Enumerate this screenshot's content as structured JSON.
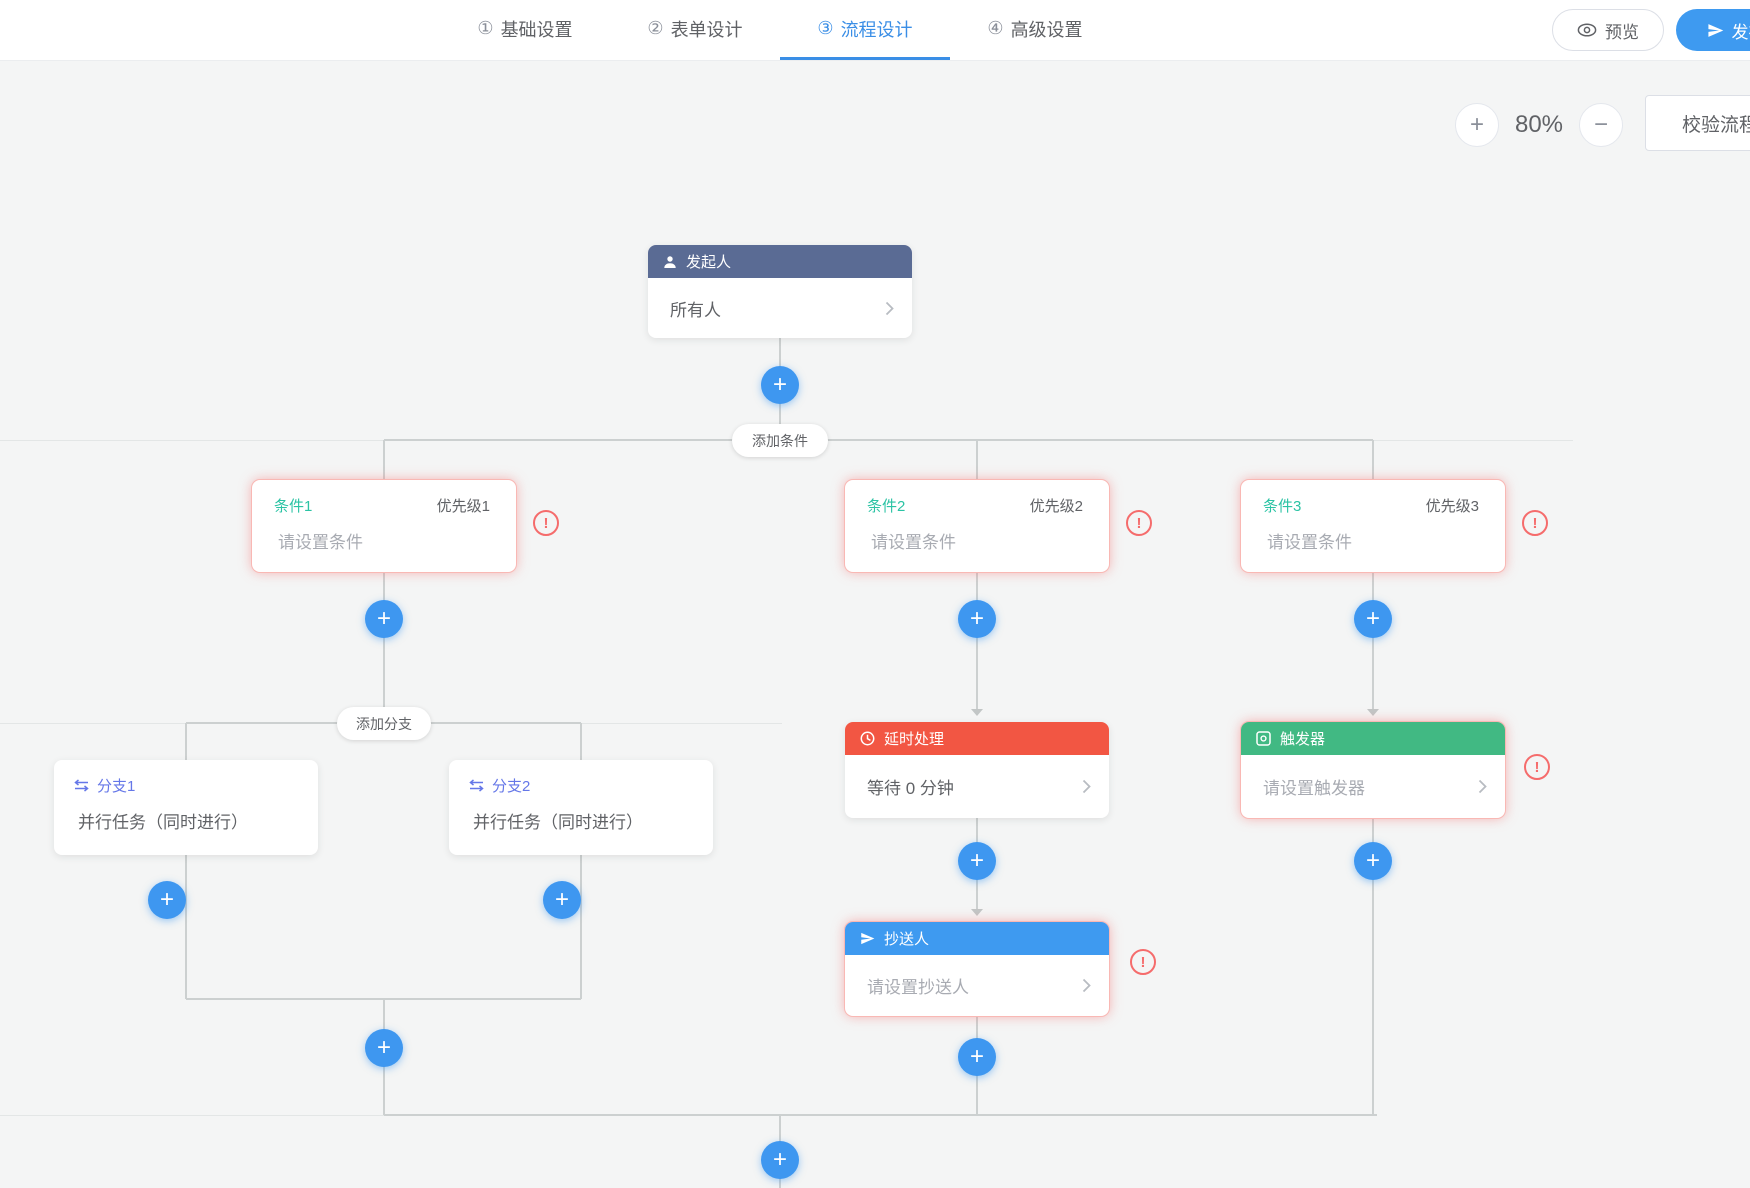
{
  "nav": {
    "steps": [
      {
        "num": "①",
        "label": "基础设置"
      },
      {
        "num": "②",
        "label": "表单设计"
      },
      {
        "num": "③",
        "label": "流程设计"
      },
      {
        "num": "④",
        "label": "高级设置"
      }
    ],
    "preview_label": "预览",
    "publish_label": "发布"
  },
  "toolbar": {
    "zoom_in": "+",
    "zoom_out": "−",
    "zoom_level": "80%",
    "validate_label": "校验流程"
  },
  "icons": {
    "plus": "+",
    "exclamation": "!"
  },
  "flow": {
    "initiator": {
      "title": "发起人",
      "value": "所有人"
    },
    "add_condition_label": "添加条件",
    "add_branch_label": "添加分支",
    "conditions": [
      {
        "title": "条件1",
        "priority": "优先级1",
        "placeholder": "请设置条件"
      },
      {
        "title": "条件2",
        "priority": "优先级2",
        "placeholder": "请设置条件"
      },
      {
        "title": "条件3",
        "priority": "优先级3",
        "placeholder": "请设置条件"
      }
    ],
    "branches": [
      {
        "title": "分支1",
        "desc": "并行任务（同时进行）"
      },
      {
        "title": "分支2",
        "desc": "并行任务（同时进行）"
      }
    ],
    "delay": {
      "title": "延时处理",
      "value": "等待 0 分钟"
    },
    "trigger": {
      "title": "触发器",
      "placeholder": "请设置触发器"
    },
    "cc": {
      "title": "抄送人",
      "placeholder": "请设置抄送人"
    }
  },
  "colors": {
    "accent_blue": "#3e97f0",
    "nav_active": "#3a8ee6",
    "initiator_header": "#5a6b94",
    "delay_header": "#f25643",
    "trigger_header": "#41b983",
    "cc_header": "#3e9af0",
    "condition_title": "#2bc3a4",
    "branch_title": "#6577e8",
    "error": "#f56c6c"
  }
}
